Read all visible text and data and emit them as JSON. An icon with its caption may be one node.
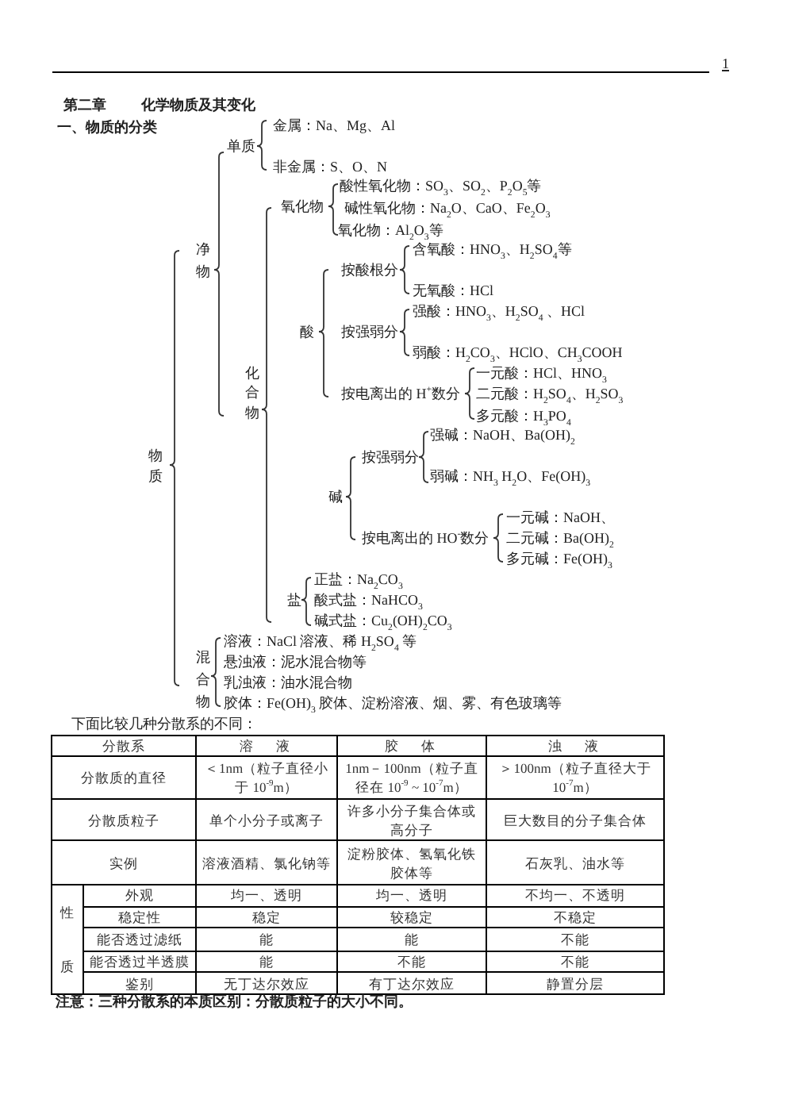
{
  "diagram": {
    "title": "第二章 化学物质及其变化",
    "labels": [
      "1",
      "一、物质的分类",
      "物质",
      "净物",
      "单质",
      "金属：Na、Mg、Al",
      "非金属：S、O、N",
      "化合物",
      "氧化物",
      "酸性氧化物：SO$_{3}$、SO$_{2}$、P$_{2}$O$_{5}$等",
      "碱性氧化物：Na$_{2}$O、CaO、Fe$_{2}$O$_{3}$",
      "氧化物：Al$_{2}$O$_{3}$等",
      "酸",
      "按酸根分",
      "含氧酸：HNO$_{3}$、H$_{2}$SO$_{4}$等",
      "无氧酸：HCl",
      "按强弱分",
      "强酸：HNO$_{3}$、H$_{2}$SO$_{4}$ 、HCl",
      "弱酸：H$_{2}$CO$_{3}$、HClO、CH$_{3}$COOH",
      "按电离出的 H$^{+}$数分",
      "一元酸：HCl、HNO$_{3}$",
      "二元酸：H$_{2}$SO$_{4}$、H$_{2}$SO$_{3}$",
      "多元酸：H$_{3}$PO$_{4}$",
      "碱",
      "按强弱分",
      "强碱：NaOH、Ba(OH)$_{2}$",
      "弱碱：NH$_{3}$ H$_{2}$O、Fe(OH)$_{3}$",
      "按电离出的 HO$^{-}$数分",
      "一元碱：NaOH、",
      "二元碱：Ba(OH)$_{2}$",
      "多元碱：Fe(OH)$_{3}$",
      "盐",
      "正盐：Na$_{2}$CO$_{3}$",
      "酸式盐：NaHCO$_{3}$",
      "碱式盐：Cu$_{2}$(OH)$_{2}$CO$_{3}$",
      "混合物",
      "溶液：NaCl 溶液、稀 H$_{2}$SO$_{4}$ 等",
      "悬浊液：泥水混合物等",
      "乳浊液：油水混合物",
      "胶体：Fe(OH)$_{3}$ 胶体、淀粉溶液、烟、雾、有色玻璃等",
      "下面比较几种分散系的不同：",
      "分散系",
      "溶液",
      "胶体",
      "浊液",
      "分散质的直径",
      "＜1nm（粒子直径小于 10$^{-9}$m）",
      "1nm－100nm（粒子直径在 10$^{-9}$ ~ 10$^{-7}$m）",
      "＞100nm（粒子直径大于 10$^{-7}$m）",
      "分散质粒子",
      "单个小分子或离子",
      "许多小分子集合体或高分子",
      "巨大数目的分子集合体",
      "实例",
      "溶液酒精、氯化钠等",
      "淀粉胶体、氢氧化铁胶体等",
      "石灰乳、油水等",
      "性质",
      "外观",
      "均一、透明",
      "均一、透明",
      "不均一、不透明",
      "稳定性",
      "稳定",
      "较稳定",
      "不稳定",
      "能否透过滤纸",
      "能",
      "能",
      "不能",
      "能否透过半透膜",
      "能",
      "不能",
      "不能",
      "鉴别",
      "无丁达尔效应",
      "有丁达尔效应",
      "静置分层",
      "注意：三种分散系的本质区别：分散质粒子的大小不同。"
    ]
  }
}
